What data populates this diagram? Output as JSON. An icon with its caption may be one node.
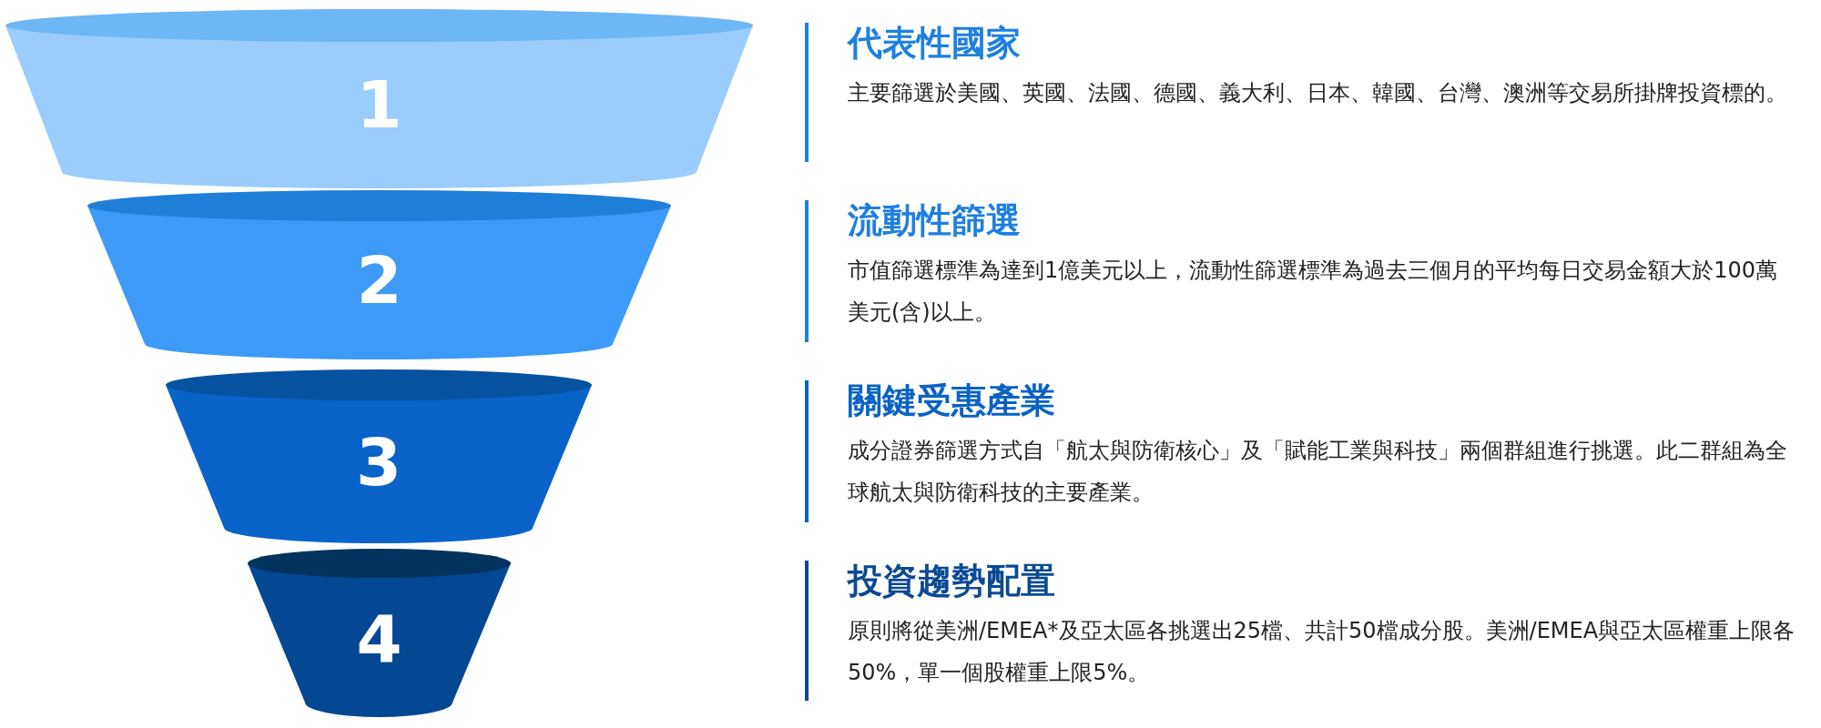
{
  "diagram": {
    "nodes": [
      {
        "text": [
          "1"
        ]
      },
      {
        "text": [
          "2"
        ]
      },
      {
        "text": [
          "3"
        ]
      },
      {
        "text": [
          "4"
        ]
      },
      {
        "text": [
          "代表性國家",
          "主要篩選於美國、英國、法國、德國、義大利、日本、韓國、台灣、澳洲等交易所掛牌投資標的。"
        ]
      },
      {
        "text": [
          "流動性篩選",
          "市值篩選標準為達到1億美元以上，流動性篩選標準為過去三個月的平均每日交易金額大於100萬美元(含)以上。"
        ]
      },
      {
        "text": [
          "關鍵受惠產業",
          "成分證券篩選方式自「航太與防衛核心」及「賦能工業與科技」兩個群組進行挑選。此二群組為全球航太與防衛科技的主要產業。"
        ]
      },
      {
        "text": [
          "投資趨勢配置",
          "原則將從美洲/EMEA*及亞太區各挑選出25檔、共計50檔成分股。美洲/EMEA與亞太區權重上限各50%，單一個股權重上限5%。"
        ]
      }
    ],
    "edges": []
  }
}
